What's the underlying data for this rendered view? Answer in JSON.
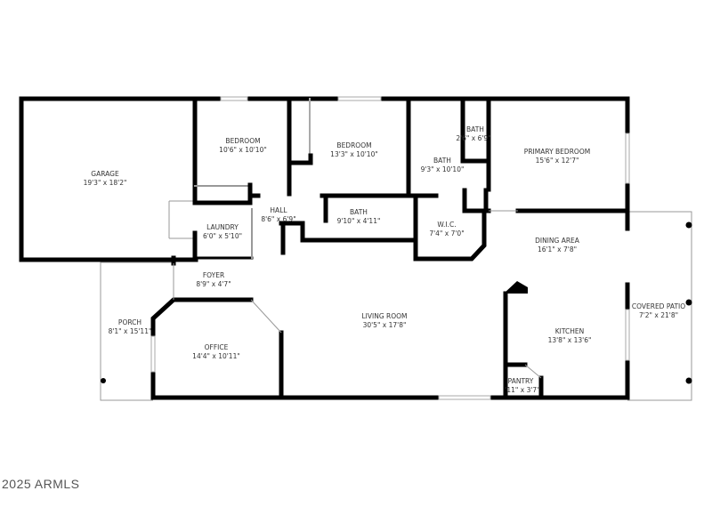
{
  "rooms": {
    "garage": {
      "name": "GARAGE",
      "size": "19'3\" x 18'2\""
    },
    "bedroom1": {
      "name": "BEDROOM",
      "size": "10'6\" x 10'10\""
    },
    "bedroom2": {
      "name": "BEDROOM",
      "size": "13'3\" x 10'10\""
    },
    "bath_small": {
      "name": "BATH",
      "size": "2'6\" x 6'9\""
    },
    "bath_primary": {
      "name": "BATH",
      "size": "9'3\" x 10'10\""
    },
    "primary_bedroom": {
      "name": "PRIMARY BEDROOM",
      "size": "15'6\" x 12'7\""
    },
    "hall": {
      "name": "HALL",
      "size": "8'6\" x 6'9\""
    },
    "bath_hall": {
      "name": "BATH",
      "size": "9'10\" x 4'11\""
    },
    "laundry": {
      "name": "LAUNDRY",
      "size": "6'0\" x 5'10\""
    },
    "wic": {
      "name": "W.I.C.",
      "size": "7'4\" x 7'0\""
    },
    "dining": {
      "name": "DINING AREA",
      "size": "16'1\" x 7'8\""
    },
    "foyer": {
      "name": "FOYER",
      "size": "8'9\" x 4'7\""
    },
    "living": {
      "name": "LIVING ROOM",
      "size": "30'5\" x 17'8\""
    },
    "porch": {
      "name": "PORCH",
      "size": "8'1\" x 15'11\""
    },
    "office": {
      "name": "OFFICE",
      "size": "14'4\" x 10'11\""
    },
    "kitchen": {
      "name": "KITCHEN",
      "size": "13'8\" x 13'6\""
    },
    "covered_patio": {
      "name": "COVERED PATIO",
      "size": "7'2\" x 21'8\""
    },
    "pantry": {
      "name": "PANTRY",
      "size": "'11\" x 3'7\""
    }
  },
  "copyright": "2025 ARMLS"
}
